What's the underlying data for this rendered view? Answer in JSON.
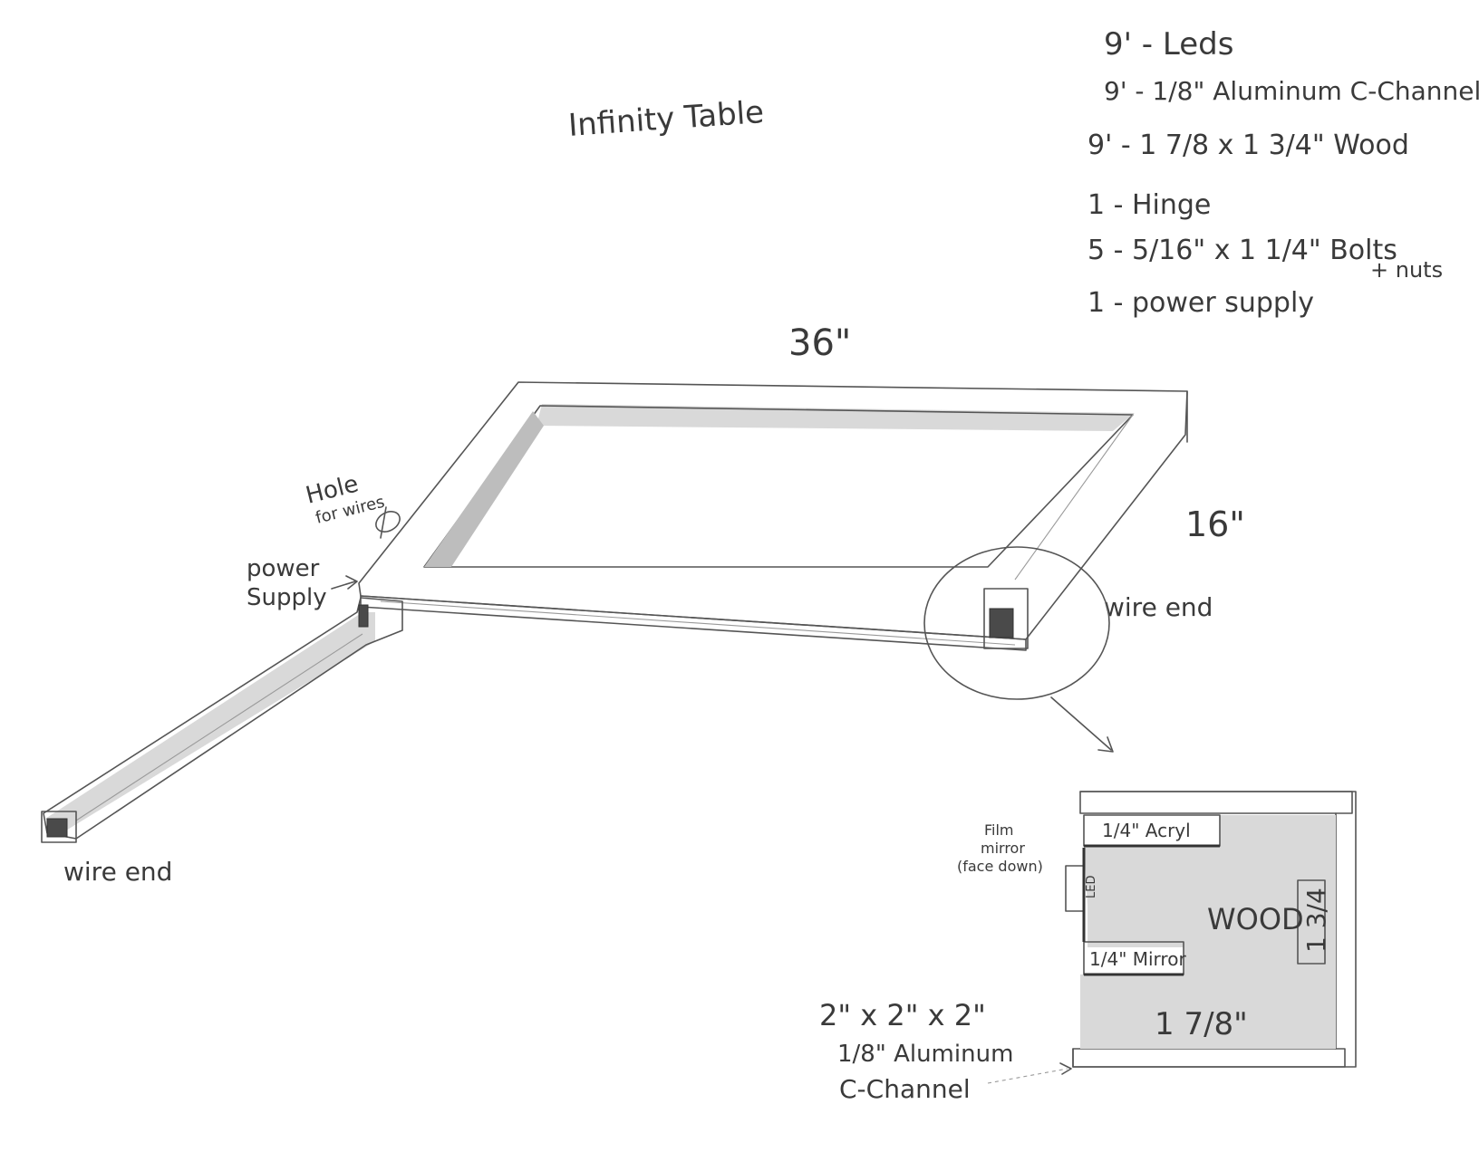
{
  "title": "Infinity Table",
  "materials": [
    "9' - Leds",
    "9' - 1/8\" Aluminum C-Channel",
    "9' - 1 7/8 x 1 3/4\" Wood",
    "1 - Hinge",
    "5 - 5/16\" x 1 1/4\" Bolts",
    "+ nuts",
    "1 - power supply"
  ],
  "frame": {
    "length_label": "36\"",
    "width_label": "16\"",
    "hole_label_1": "Hole",
    "hole_label_2": "for wires",
    "power_label_1": "power",
    "power_label_2": "Supply",
    "wire_end_right": "wire end",
    "wire_end_left": "wire end"
  },
  "detail": {
    "acrylic": "1/4\" Acryl",
    "film_mirror_1": "Film",
    "film_mirror_2": "mirror",
    "film_mirror_3": "(face down)",
    "led": "LED",
    "wood": "WOOD",
    "mirror": "1/4\" Mirror",
    "height": "1 3/4",
    "width": "1 7/8\"",
    "channel_1": "2\" x 2\" x 2\"",
    "channel_2": "1/8\" Aluminum",
    "channel_3": "C-Channel"
  }
}
